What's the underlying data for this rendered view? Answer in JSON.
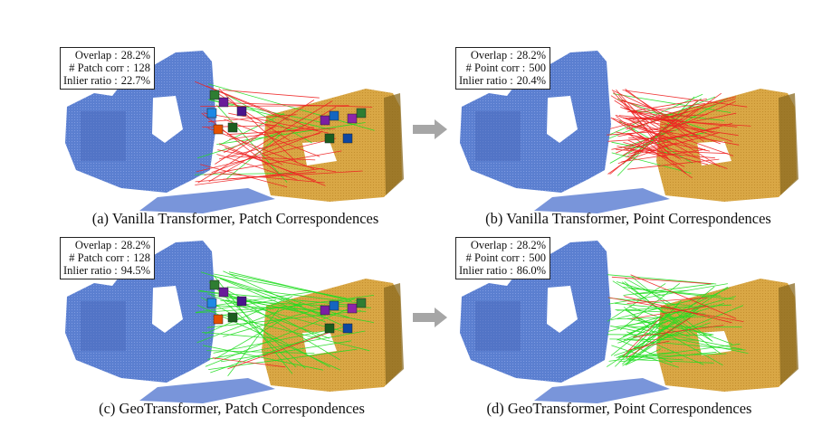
{
  "panels": [
    {
      "id": "a",
      "caption": "(a) Vanilla Transformer, Patch Correspondences",
      "overlap_label": "Overlap :",
      "overlap_value": "28.2%",
      "corr_label": "# Patch corr :",
      "corr_value": "128",
      "inlier_label": "Inlier ratio :",
      "inlier_value": "22.7%",
      "inlier_fraction": 0.227,
      "kind": "patch"
    },
    {
      "id": "b",
      "caption": "(b) Vanilla Transformer, Point Correspondences",
      "overlap_label": "Overlap :",
      "overlap_value": "28.2%",
      "corr_label": "# Point corr :",
      "corr_value": "500",
      "inlier_label": "Inlier ratio :",
      "inlier_value": "20.4%",
      "inlier_fraction": 0.204,
      "kind": "point"
    },
    {
      "id": "c",
      "caption": "(c) GeoTransformer, Patch Correspondences",
      "overlap_label": "Overlap :",
      "overlap_value": "28.2%",
      "corr_label": "# Patch corr :",
      "corr_value": "128",
      "inlier_label": "Inlier ratio :",
      "inlier_value": "94.5%",
      "inlier_fraction": 0.945,
      "kind": "patch"
    },
    {
      "id": "d",
      "caption": "(d) GeoTransformer, Point Correspondences",
      "overlap_label": "Overlap :",
      "overlap_value": "28.2%",
      "corr_label": "# Point corr :",
      "corr_value": "500",
      "inlier_label": "Inlier ratio :",
      "inlier_value": "86.0%",
      "inlier_fraction": 0.86,
      "kind": "point"
    }
  ],
  "colors": {
    "source_cloud": "#5b7fd0",
    "target_cloud": "#d9a745",
    "inlier_line": "#22dd22",
    "outlier_line": "#ee2222",
    "arrow": "#a6a6a6"
  },
  "icons": {
    "arrow": "right-arrow-icon"
  }
}
